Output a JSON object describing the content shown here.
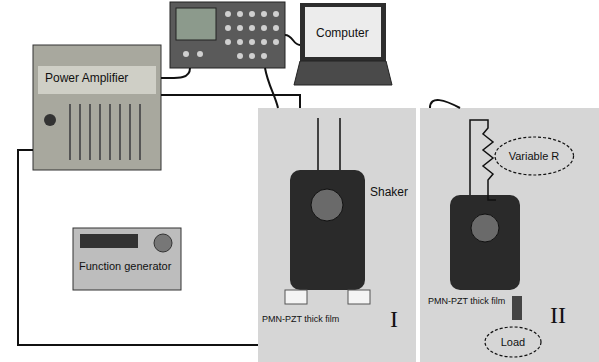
{
  "diagram": {
    "nodes": [
      {
        "text": [
          "Computer"
        ]
      },
      {
        "text": [
          "Power Amplifier"
        ]
      },
      {
        "text": [
          "Function generator"
        ]
      },
      {
        "text": [
          "Shaker",
          "PMN-PZT thick film",
          "I"
        ]
      },
      {
        "text": [
          "PMN-PZT thick film",
          "II"
        ]
      },
      {
        "text": [
          "Variable R"
        ],
        "in": 4
      },
      {
        "text": [
          "Load"
        ],
        "in": 4
      }
    ],
    "edges": [
      {
        "from": 1,
        "to": 3,
        "arrow": "none"
      },
      {
        "from": 1,
        "to": 3,
        "arrow": "none"
      }
    ]
  }
}
